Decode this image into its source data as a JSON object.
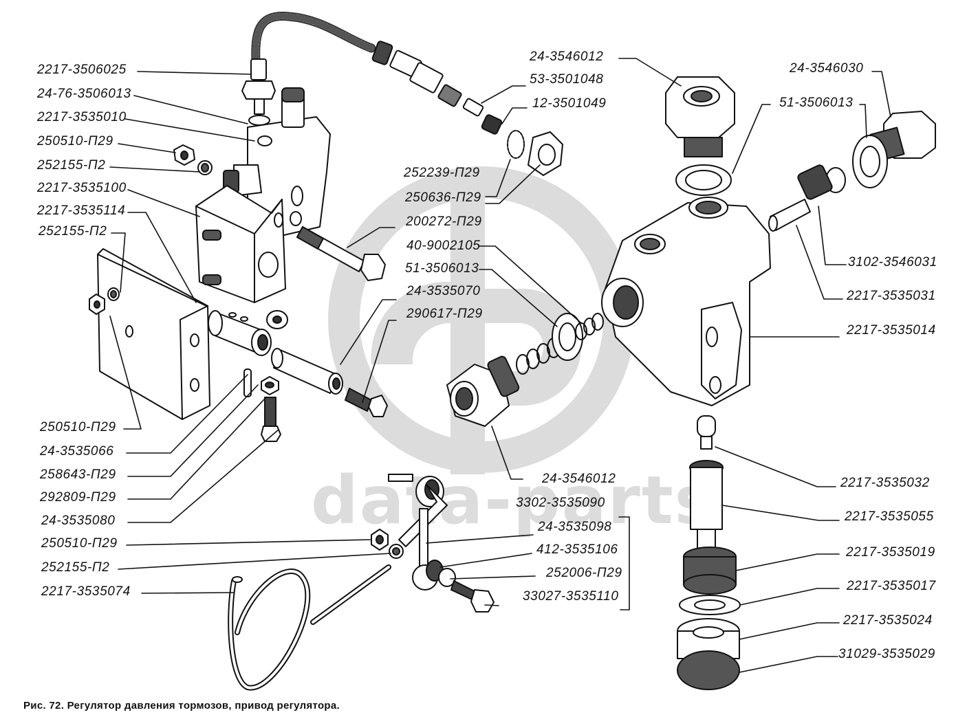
{
  "watermark": {
    "logo": "gb-circle-logo",
    "text": "data-parts",
    "color": "#dcdcdc"
  },
  "caption": "Рис. 72. Регулятор давления тормозов, привод регулятора.",
  "callouts": {
    "left": [
      "2217-3506025",
      "24-76-3506013",
      "2217-3535010",
      "250510-П29",
      "252155-П2",
      "2217-3535100",
      "2217-3535114",
      "252155-П2",
      "250510-П29",
      "24-3535066",
      "258643-П29",
      "292809-П29",
      "24-3535080",
      "250510-П29",
      "252155-П2",
      "2217-3535074"
    ],
    "center": [
      "24-3546012",
      "53-3501048",
      "12-3501049",
      "252239-П29",
      "250636-П29",
      "200272-П29",
      "40-9002105",
      "51-3506013",
      "24-3535070",
      "290617-П29",
      "24-3546012",
      "3302-3535090",
      "24-3535098",
      "412-3535106",
      "252006-П29",
      "33027-3535110"
    ],
    "right": [
      "24-3546030",
      "51-3506013",
      "3102-3546031",
      "2217-3535031",
      "2217-3535014",
      "2217-3535032",
      "2217-3535055",
      "2217-3535019",
      "2217-3535017",
      "2217-3535024",
      "31029-3535029"
    ]
  }
}
